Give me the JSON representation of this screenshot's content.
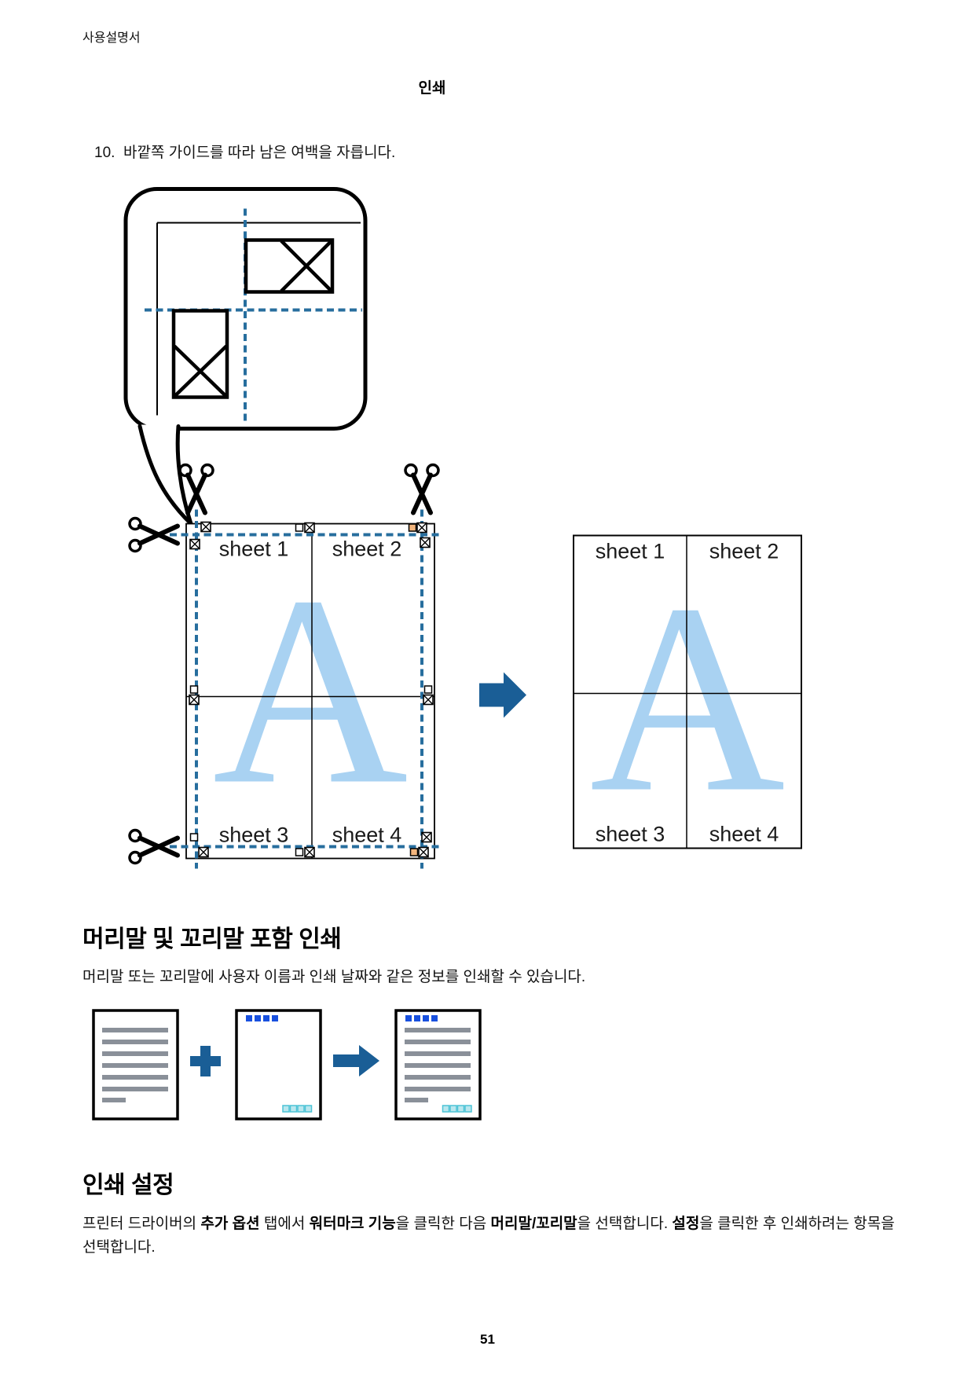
{
  "page": {
    "header_left": "사용설명서",
    "header_center": "인쇄",
    "page_number": "51"
  },
  "step": {
    "number": "10.",
    "text": "바깥쪽 가이드를 따라 남은 여백을 자릅니다."
  },
  "figure": {
    "description": "Poster cutting diagram: printed 2x2 sheet with blue dashed cut guides, scissors and crop marks; arrow to assembled poster",
    "sheet_labels": [
      "sheet 1",
      "sheet 2",
      "sheet 3",
      "sheet 4"
    ],
    "letter": "A",
    "icons": [
      "scissors-icon",
      "cut-mark-icon",
      "registration-mark-icon",
      "arrow-right-icon",
      "magnifier-callout"
    ],
    "colors": {
      "guide_blue": "#276e9e",
      "letter_blue": "#a9d2f2",
      "arrow_blue": "#1a5e96",
      "mark_orange": "#f3b57d",
      "line_black": "#000000"
    }
  },
  "sections": {
    "header_footer": {
      "title": "머리말 및 꼬리말 포함 인쇄",
      "body": "머리말 또는 꼬리말에 사용자 이름과 인쇄 날짜와 같은 정보를 인쇄할 수 있습니다.",
      "illustration_icons": [
        "document-page-icon",
        "plus-icon",
        "header-footer-page-icon",
        "arrow-right-icon",
        "merged-page-icon"
      ],
      "colors": {
        "text_bar_gray": "#8a9099",
        "header_square_blue": "#1850df",
        "footer_square_cyan_fill": "#b9e7ee",
        "footer_square_cyan_border": "#4cc3d6",
        "arrow_blue": "#1a5e96"
      }
    },
    "print_settings": {
      "title": "인쇄 설정",
      "s1": "프린터 드라이버의 ",
      "b1": "추가 옵션",
      "s2": " 탭에서 ",
      "b2": "워터마크 기능",
      "s3": "을 클릭한 다음 ",
      "b3": "머리말/꼬리말",
      "s4": "을 선택합니다. ",
      "b4": "설정",
      "s5": "을 클릭한 후 인쇄하려는 항목을 선택합니다."
    }
  }
}
